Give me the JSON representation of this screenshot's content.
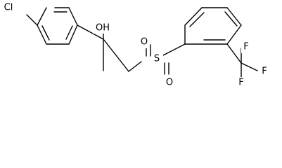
{
  "atoms": {
    "cl": "Cl",
    "oh": "OH",
    "s": "S",
    "o_top": "O",
    "o_bottom": "O",
    "f1": "F",
    "f2": "F",
    "f3": "F"
  }
}
